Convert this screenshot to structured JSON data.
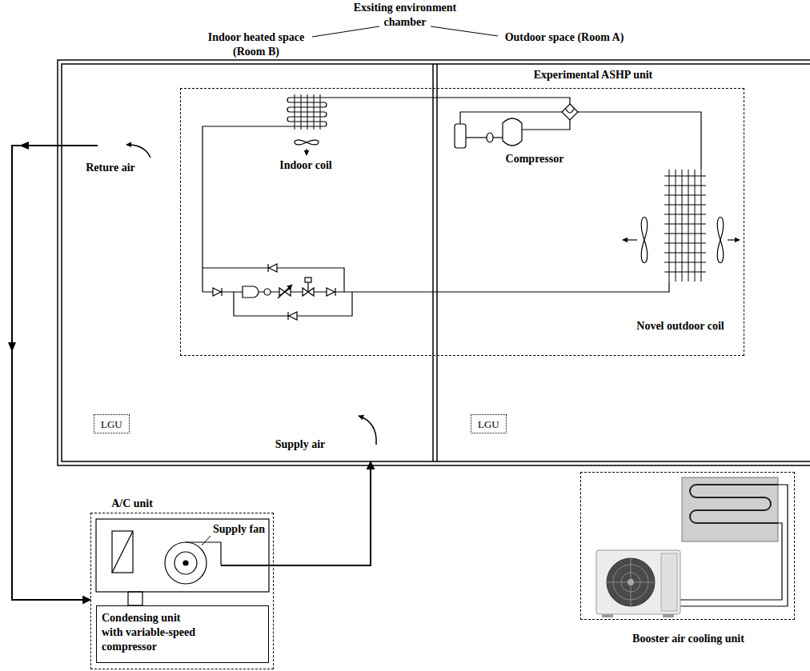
{
  "diagram": {
    "nodes": [
      {
        "text": [
          "Indoor heated space (Room B)"
        ]
      },
      {
        "text": [
          "Outdoor space (Room A)"
        ]
      },
      {
        "text": [
          "Experimental ASHP unit"
        ]
      },
      {
        "text": [
          "LGU"
        ],
        "in": 0
      },
      {
        "text": [
          "LGU"
        ],
        "in": 1
      },
      {
        "text": [
          "A/C unit"
        ]
      },
      {
        "text": [
          "Condensing unit with variable-speed compressor"
        ],
        "in": 5
      },
      {
        "text": [
          "Booster air cooling unit"
        ]
      }
    ],
    "edges": [
      {
        "from": 0,
        "to": 5,
        "arrow": "to"
      },
      {
        "from": 5,
        "to": 0,
        "arrow": "to"
      }
    ],
    "labels": [
      "Exsiting environment chamber",
      "Reture air",
      "Indoor coil",
      "Compressor",
      "Novel outdoor coil",
      "Supply air",
      "Supply fan"
    ]
  }
}
